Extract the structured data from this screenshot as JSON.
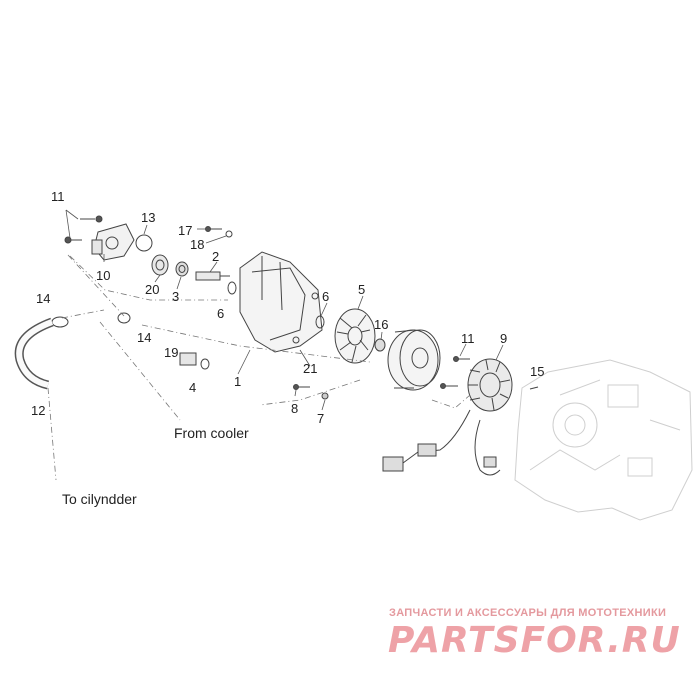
{
  "callouts": {
    "c11a": "11",
    "c13": "13",
    "c17": "17",
    "c18": "18",
    "c10": "10",
    "c20": "20",
    "c3": "3",
    "c2": "2",
    "c6a": "6",
    "c5": "5",
    "c6b": "6",
    "c16": "16",
    "c14a": "14",
    "c14b": "14",
    "c19": "19",
    "c4": "4",
    "c1": "1",
    "c21": "21",
    "c8": "8",
    "c7": "7",
    "c11b": "11",
    "c9": "9",
    "c15": "15",
    "c12": "12"
  },
  "captions": {
    "from_cooler": "From cooler",
    "to_cylinder": "To cilyndder"
  },
  "watermark": {
    "tagline": "ЗАПЧАСТИ И АКСЕССУАРЫ ДЛЯ МОТОТЕХНИКИ",
    "logo": "PARTSFOR.RU",
    "color": "#e8959b"
  },
  "line_color": "#444444"
}
